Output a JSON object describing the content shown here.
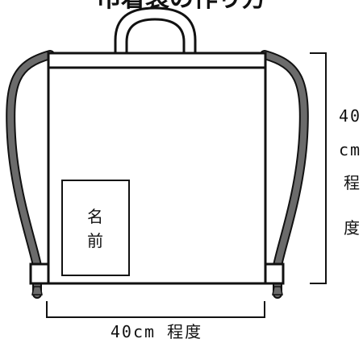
{
  "title": "巾着袋の作り方",
  "name_tag": {
    "line1": "名",
    "line2": "前"
  },
  "height_dimension": {
    "value": "40",
    "unit": "cm",
    "approx_1": "程",
    "approx_2": "度"
  },
  "width_dimension": {
    "label": "40cm 程度"
  },
  "colors": {
    "outline": "#111111",
    "cord": "#555555",
    "background": "#ffffff"
  }
}
